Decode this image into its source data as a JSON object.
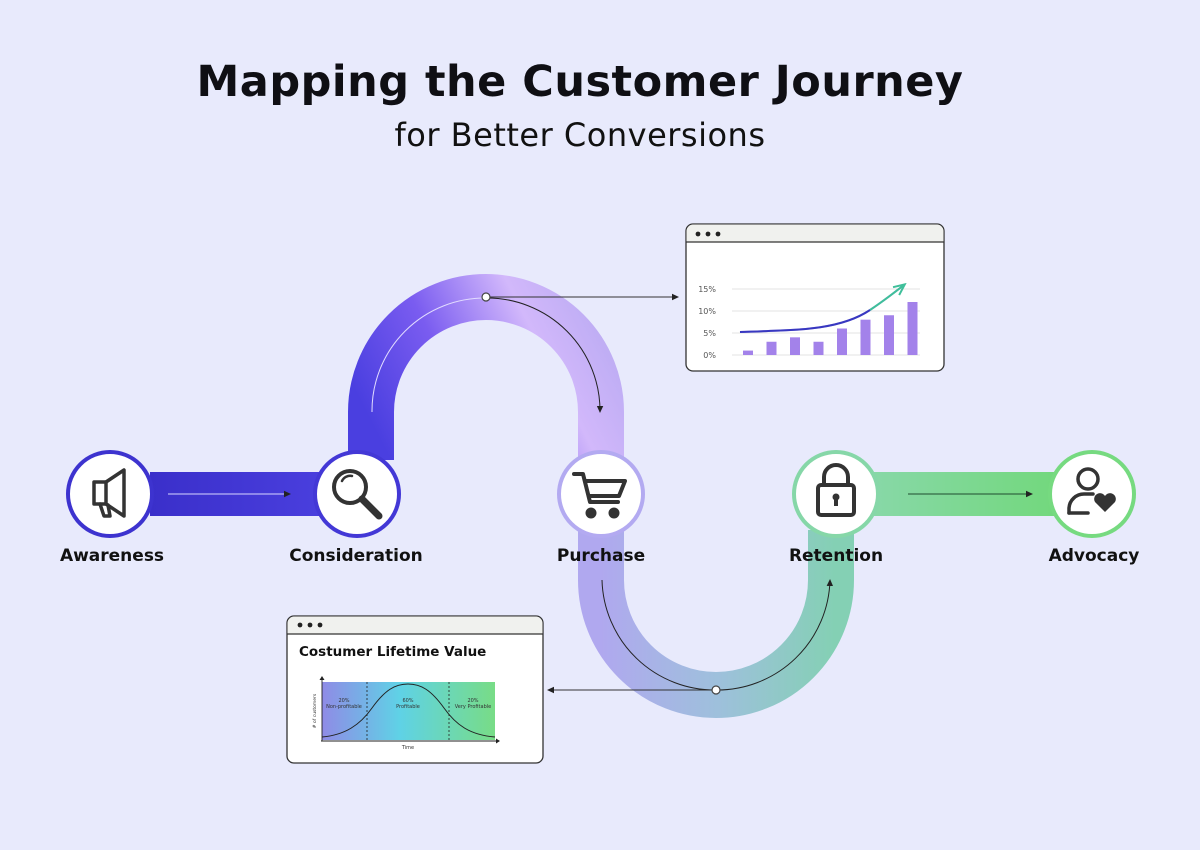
{
  "title": "Mapping the Customer Journey",
  "subtitle": "for Better Conversions",
  "stages": [
    {
      "label": "Awareness",
      "icon": "megaphone-icon"
    },
    {
      "label": "Consideration",
      "icon": "magnifier-icon"
    },
    {
      "label": "Purchase",
      "icon": "shopping-cart-icon"
    },
    {
      "label": "Retention",
      "icon": "padlock-icon"
    },
    {
      "label": "Advocacy",
      "icon": "person-heart-icon"
    }
  ],
  "growth_card": {
    "y_ticks": [
      "15%",
      "10%",
      "5%",
      "0%"
    ],
    "bars": [
      1,
      3,
      4,
      3,
      6,
      8,
      9,
      12
    ]
  },
  "clv_card": {
    "title": "Costumer Lifetime Value",
    "segments": [
      {
        "percent": "20%",
        "label": "Non-profitable"
      },
      {
        "percent": "60%",
        "label": "Profitable"
      },
      {
        "percent": "20%",
        "label": "Very Profitable"
      }
    ],
    "ylabel": "# of customers",
    "xlabel": "Time"
  },
  "colors": {
    "background": "#e8eafc",
    "violet_dark": "#3d33cf",
    "violet_light": "#c9b4f8",
    "lavender": "#b7b3f0",
    "teal": "#86c8c8",
    "green": "#7dd98a",
    "bar": "#a382ea"
  }
}
